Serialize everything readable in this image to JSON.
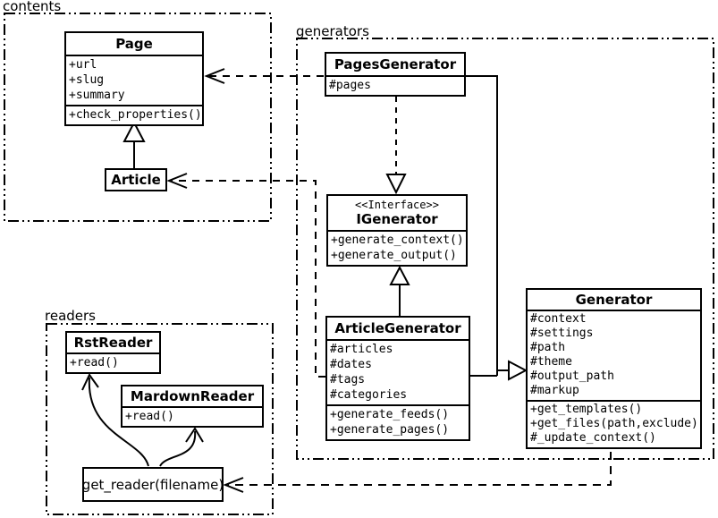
{
  "packages": {
    "contents": {
      "label": "contents"
    },
    "generators": {
      "label": "generators"
    },
    "readers": {
      "label": "readers"
    }
  },
  "classes": {
    "page": {
      "name": "Page",
      "attributes": [
        "+url",
        "+slug",
        "+summary"
      ],
      "methods": [
        "+check_properties()"
      ]
    },
    "article": {
      "name": "Article"
    },
    "pages_generator": {
      "name": "PagesGenerator",
      "attributes": [
        "#pages"
      ]
    },
    "igenerator": {
      "stereotype": "<<Interface>>",
      "name": "IGenerator",
      "methods": [
        "+generate_context()",
        "+generate_output()"
      ]
    },
    "article_generator": {
      "name": "ArticleGenerator",
      "attributes": [
        "#articles",
        "#dates",
        "#tags",
        "#categories"
      ],
      "methods": [
        "+generate_feeds()",
        "+generate_pages()"
      ]
    },
    "generator": {
      "name": "Generator",
      "attributes": [
        "#context",
        "#settings",
        "#path",
        "#theme",
        "#output_path",
        "#markup"
      ],
      "methods": [
        "+get_templates()",
        "+get_files(path,exclude)",
        "#_update_context()"
      ]
    },
    "rst_reader": {
      "name": "RstReader",
      "methods": [
        "+read()"
      ]
    },
    "mardown_reader": {
      "name": "MardownReader",
      "methods": [
        "+read()"
      ]
    },
    "get_reader": {
      "label": "get_reader(filename)"
    }
  },
  "colors": {
    "line": "#000000",
    "background": "#ffffff",
    "box_fill": "#ffffff"
  }
}
